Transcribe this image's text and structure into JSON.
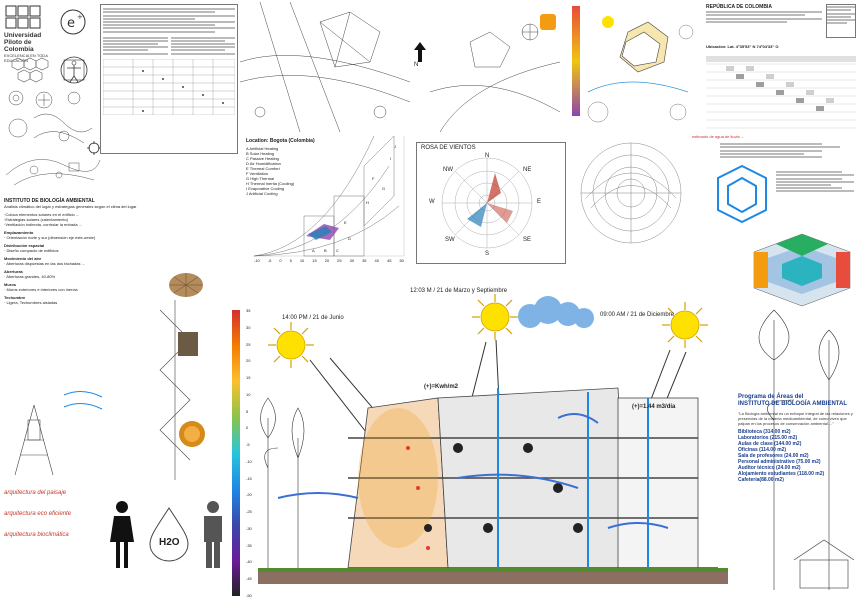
{
  "university": {
    "name_line1": "Universidad",
    "name_line2": "Piloto de Colombia",
    "tagline": "EXCELENCIA EN TODA EDUCACIÓN"
  },
  "left_col": {
    "title": "INSTITUTO DE BIOLOGÍA AMBIENTAL",
    "subtitle": "Análisis climático del lugar y estrategias generales según el clima del lugar",
    "points": [
      "·Coloca elementos solares en el edificio ...",
      "·Estrategias solares (calentamiento)",
      "·Ventilación indirecta, controlar la entrada ..."
    ],
    "headings": [
      "Emplazamiento",
      "Distribución espacial",
      "Movimiento del aire",
      "Aberturas",
      "Muros",
      "Techumbre"
    ],
    "head_lines": [
      "· Orientación norte y sur (dimensión eje este-oeste)",
      "· Diseño compacto de edificios",
      "· Aberturas dispuestas en las dos fachadas ...",
      "· Aberturas grandes, 40-80%",
      "· Muros exteriores e interiores con inercia",
      "· Ligera, Techumbres aisladas"
    ]
  },
  "bottom_left": {
    "words": [
      "arquitectura del paisaje",
      "arquitectura eco eficiente",
      "arquitectura bioclimática"
    ],
    "h2o": "H2O"
  },
  "section": {
    "time1": "14:00 PM / 21 de Junio",
    "time2": "12:03 M / 21 de Marzo y Septiembre",
    "time3": "09:00 AM / 21 de Diciembre",
    "energy1": "(+)=Kwh/m2",
    "energy2": "(+)=1.44 m3/día",
    "temp_scale_top": "35°C",
    "temp_scale": [
      "35",
      "30",
      "25",
      "20",
      "15",
      "10",
      "5",
      "0",
      "-5",
      "-10",
      "-15",
      "-20",
      "-25",
      "-30",
      "-35",
      "-40",
      "-45",
      "-50"
    ]
  },
  "program": {
    "title_line1": "Programa de Áreas del",
    "title_line2": "INSTITUTO DE BIOLOGÍA AMBIENTAL",
    "intro": "\"La Biología ambiental es un enfoque integral de las relaciones y presencias de la materia medioambiental, de como viven que palpan en los procesos de conservación ambiental ...\"",
    "items": [
      "Biblioteca (314.00 m2)",
      "Laboratorios (215.00 m2)",
      "Aulas de clase (144.00 m2)",
      "Oficinas (114.00 m2)",
      "Sala de profesores (24.00 m2)",
      "Personal administrativo (75.00 m2)",
      "Auditor técnico (24.00 m2)",
      "Alojamiento estudiantes (118.00 m2)",
      "Cafetería(88.00 m2)"
    ]
  },
  "top_right": {
    "republic": "REPÚBLICA DE COLOMBIA",
    "location": "Ubicación: Lat. 4°35'53\" N 74°04'33\" O",
    "rain_note": "estimado de agua de lluvia ..."
  },
  "psychro": {
    "location": "Location: Bogota (Colombia)",
    "legend": [
      "A  Artificial Heating",
      "B  Solar Heating",
      "C  Passive Heating",
      "D  Air Humidification",
      "E  Thermal Comfort",
      "F  Ventilation",
      "G  High Thermal",
      "H  Thermal Inertia (Cooling)",
      "I  Evaporative Cooling",
      "J  Artificial Cooling"
    ],
    "zone_labels": [
      "A",
      "B",
      "C",
      "D",
      "E",
      "F",
      "G",
      "H",
      "I",
      "J"
    ],
    "x_ticks": [
      "-10",
      "-5",
      "0",
      "5",
      "10",
      "15",
      "20",
      "25",
      "30",
      "35",
      "40",
      "45",
      "50"
    ]
  },
  "wind_rose": {
    "title1": "ROSA DE VIENTOS",
    "dirs": [
      "N",
      "NE",
      "E",
      "SE",
      "S",
      "SW",
      "W",
      "NW"
    ]
  },
  "north": "N",
  "colors": {
    "sun": "#ffe100",
    "sun_edge": "#d4a000",
    "water": "#1e88e5",
    "teal": "#2bb3c0",
    "orange": "#f39c12",
    "blue_program": "#1a3e8f"
  }
}
